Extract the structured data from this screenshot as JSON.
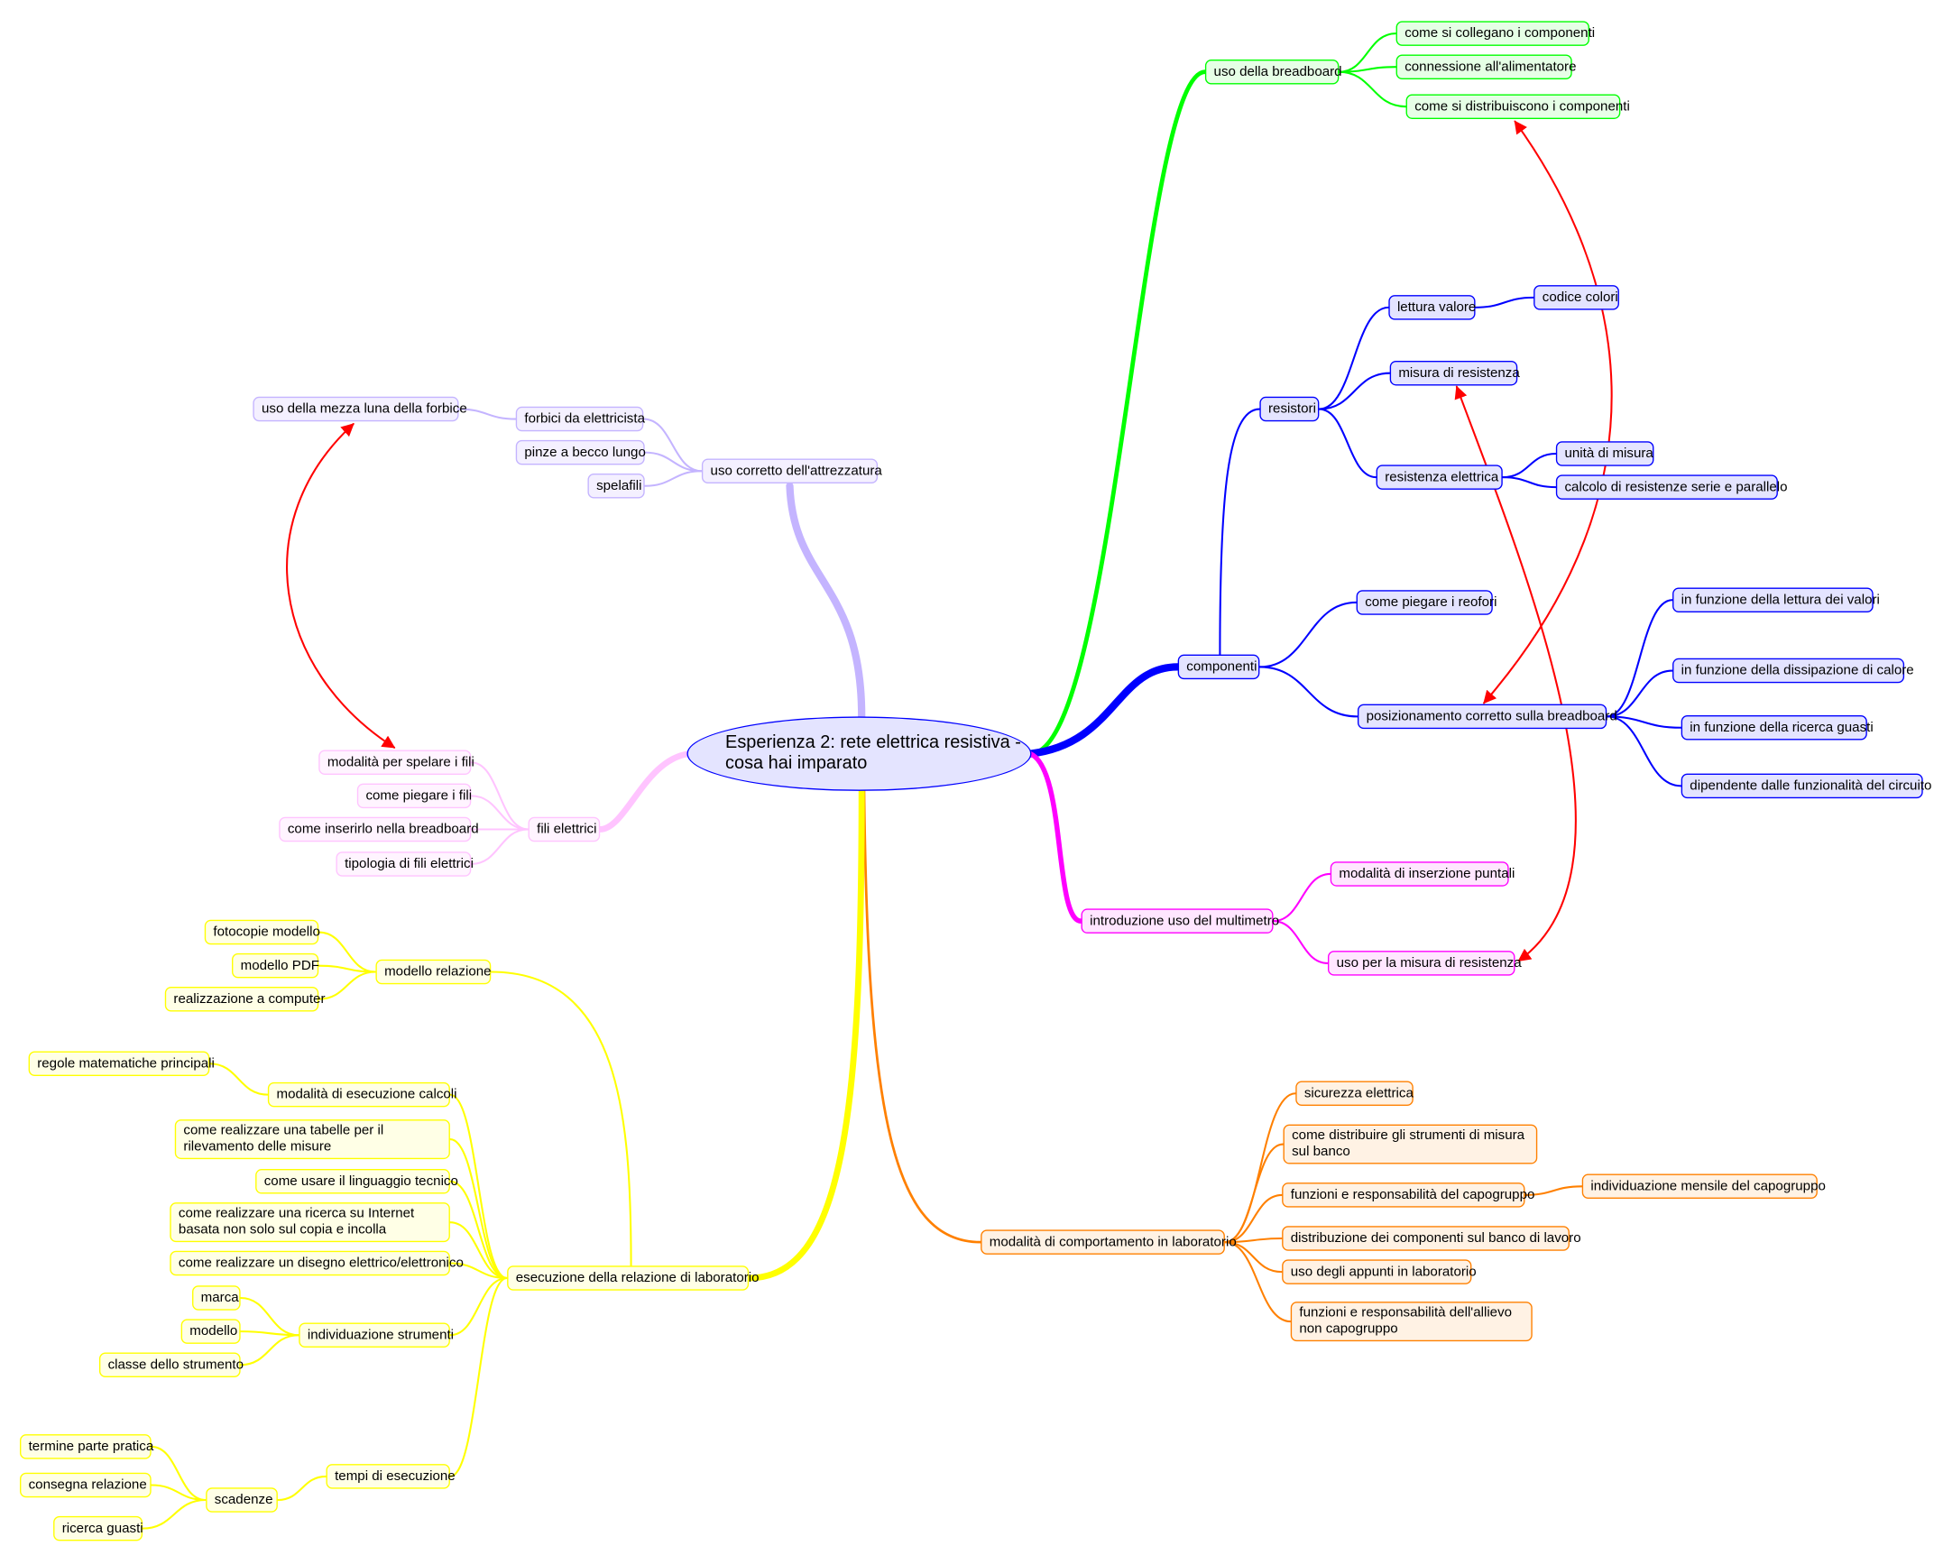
{
  "center": {
    "line1": "Esperienza 2: rete elettrica resistiva -",
    "line2": "cosa hai imparato"
  },
  "colors": {
    "green": {
      "border": "#00ff00",
      "fill": "#e6ffe6"
    },
    "blue": {
      "border": "#0000ff",
      "fill": "#e4e4ff"
    },
    "magenta": {
      "border": "#ff00ff",
      "fill": "#ffe6ff"
    },
    "orange": {
      "border": "#ff8000",
      "fill": "#fff2e4"
    },
    "lavender": {
      "border": "#c4b4ff",
      "fill": "#f4f0ff"
    },
    "pink": {
      "border": "#ffc4ff",
      "fill": "#fff4ff"
    },
    "yellow": {
      "border": "#ffff00",
      "fill": "#ffffe6"
    },
    "relation": "#ff0000"
  },
  "nodes": {
    "breadboard": "uso della breadboard",
    "collegano": "come si collegano i componenti",
    "alimentatore": "connessione all'alimentatore",
    "distribuiscono": "come si distribuiscono i componenti",
    "componenti": "componenti",
    "resistori": "resistori",
    "lettura": "lettura valore",
    "codice": "codice colori",
    "misura": "misura di resistenza",
    "resistenza": "resistenza elettrica",
    "unita": "unità di misura",
    "calcolo": "calcolo di resistenze serie e parallelo",
    "reofori": "come piegare i reofori",
    "posizionamento": "posizionamento corretto sulla breadboard",
    "pos1": "in funzione della lettura dei valori",
    "pos2": "in funzione della dissipazione di calore",
    "pos3": "in funzione della ricerca guasti",
    "pos4": "dipendente dalle funzionalità del circuito",
    "multimetro": "introduzione uso del multimetro",
    "puntali": "modalità di inserzione puntali",
    "usomisura": "uso per la misura di resistenza",
    "comportamento": "modalità di comportamento in laboratorio",
    "sicurezza": "sicurezza elettrica",
    "strumenti_banco": "come distribuire gli strumenti di misura sul banco",
    "capogruppo": "funzioni e responsabilità del capogruppo",
    "mensile": "individuazione mensile del capogruppo",
    "distribuzione": "distribuzione dei componenti sul banco di lavoro",
    "appunti": "uso degli appunti in laboratorio",
    "allievo": "funzioni e responsabilità dell'allievo non capogruppo",
    "attrezzatura": "uso corretto dell'attrezzatura",
    "forbici": "forbici da elettricista",
    "pinze": "pinze a becco lungo",
    "spelafili": "spelafili",
    "mezzaluna": "uso della mezza luna della forbice",
    "fili": "fili elettrici",
    "spelare": "modalità per spelare i fili",
    "piegarefili": "come piegare i fili",
    "inserirlo": "come inserirlo nella breadboard",
    "tipologia": "tipologia di fili elettrici",
    "relazione": "esecuzione della relazione di laboratorio",
    "modello_rel": "modello relazione",
    "fotocopie": "fotocopie modello",
    "pdf": "modello PDF",
    "computer": "realizzazione a computer",
    "calcoli": "modalità di esecuzione calcoli",
    "regole": "regole matematiche principali",
    "tabelle": "come realizzare una tabelle per il rilevamento delle misure",
    "linguaggio": "come usare il linguaggio tecnico",
    "ricerca": "come realizzare una ricerca su Internet basata non solo sul copia e incolla",
    "disegno": "come realizzare un disegno elettrico/elettronico",
    "individuazione": "individuazione strumenti",
    "marca": "marca",
    "modello": "modello",
    "classe": "classe dello strumento",
    "tempi": "tempi di esecuzione",
    "scadenze": "scadenze",
    "termine": "termine parte pratica",
    "consegna": "consegna relazione",
    "guasti": "ricerca guasti"
  }
}
